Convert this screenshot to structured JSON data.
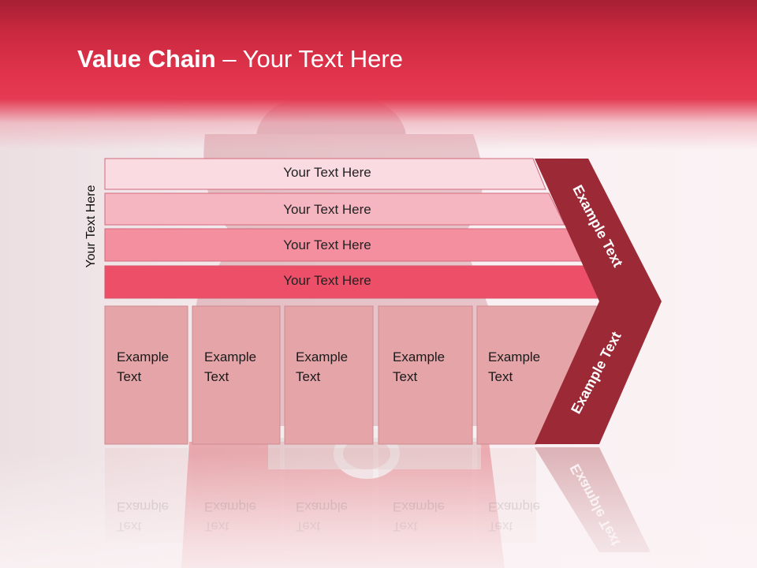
{
  "title": {
    "bold": "Value Chain",
    "rest": " – Your Text Here"
  },
  "side_label": "Your Text Here",
  "bars": [
    {
      "label": "Your Text Here",
      "color": "#fadbe1"
    },
    {
      "label": "Your Text Here",
      "color": "#f6b6c1"
    },
    {
      "label": "Your Text Here",
      "color": "#f38f9e"
    },
    {
      "label": "Your Text Here",
      "color": "#ee4f68"
    }
  ],
  "columns": [
    {
      "line1": "Example",
      "line2": "Text"
    },
    {
      "line1": "Example",
      "line2": "Text"
    },
    {
      "line1": "Example",
      "line2": "Text"
    },
    {
      "line1": "Example",
      "line2": "Text"
    },
    {
      "line1": "Example",
      "line2": "Text"
    }
  ],
  "arrow_labels": {
    "top": "Example Text",
    "bottom": "Example Text"
  },
  "colors": {
    "header": "#e1344c",
    "arrow": "#9b2a36",
    "column_fill": "#e4a4a8",
    "column_stroke": "#cd8b90"
  }
}
